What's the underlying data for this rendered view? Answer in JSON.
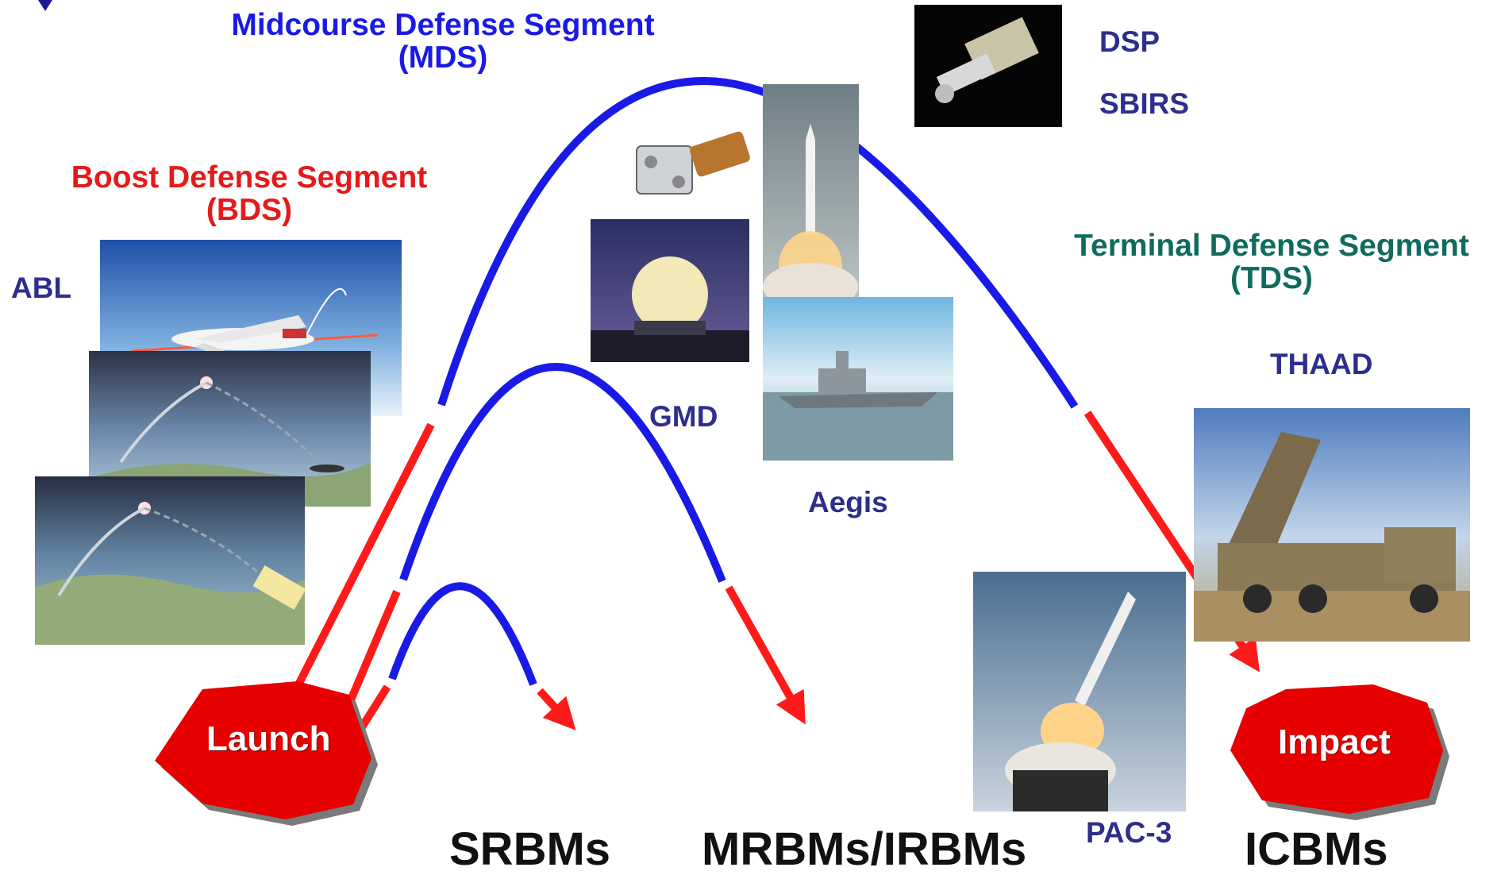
{
  "segments": {
    "midcourse": {
      "title": "Midcourse Defense Segment",
      "abbr": "(MDS)",
      "color": "#1a1ae6"
    },
    "boost": {
      "title": "Boost Defense Segment",
      "abbr": "(BDS)",
      "color": "#e61a1a"
    },
    "terminal": {
      "title": "Terminal Defense Segment",
      "abbr": "(TDS)",
      "color": "#0f6b5e"
    }
  },
  "systems": {
    "abl": "ABL",
    "dsp": "DSP",
    "sbirs": "SBIRS",
    "gmd": "GMD",
    "aegis": "Aegis",
    "thaad": "THAAD",
    "pac3": "PAC-3"
  },
  "endpoints": {
    "launch": "Launch",
    "impact": "Impact"
  },
  "missile_classes": {
    "srbm": "SRBMs",
    "mrbm": "MRBMs/IRBMs",
    "icbm": "ICBMs"
  },
  "colors": {
    "boost_phase": "#e61a1a",
    "midcourse_phase": "#1a1ae6",
    "endpoint_fill": "#e60000"
  },
  "photos": [
    "abl-aircraft",
    "boost-intercept",
    "boost-intercept-2",
    "radar-dome",
    "kill-vehicle",
    "interceptor-launch",
    "aegis-cruiser",
    "dsp-satellite",
    "thaad-launcher",
    "pac3-launch"
  ]
}
